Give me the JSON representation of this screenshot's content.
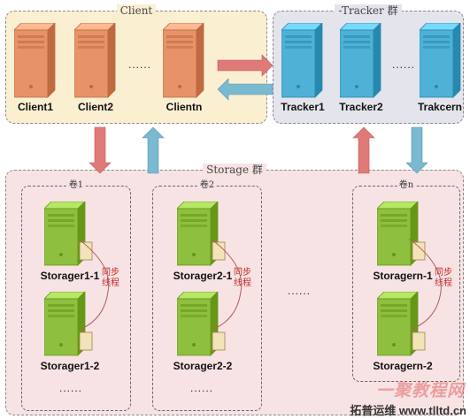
{
  "client_group": {
    "title": "Client",
    "servers": [
      "Client1",
      "Client2",
      "Clientn"
    ],
    "ellipsis": "......"
  },
  "tracker_group": {
    "title": "-Tracker 群",
    "servers": [
      "Tracker1",
      "Tracker2",
      "Trakcern"
    ],
    "ellipsis": "......"
  },
  "storage_group": {
    "title": "Storage 群",
    "ellipsis_between": "......",
    "volumes": [
      {
        "title": "卷1",
        "servers": [
          "Storager1-1",
          "Storager1-2"
        ],
        "sync": [
          "同步",
          "线程"
        ],
        "ellipsis": "......"
      },
      {
        "title": "卷2",
        "servers": [
          "Storager2-1",
          "Storager2-2"
        ],
        "sync": [
          "同步",
          "线程"
        ],
        "ellipsis": "......"
      },
      {
        "title": "卷n",
        "servers": [
          "Storagern-1",
          "Storagern-2"
        ],
        "sync": [
          "同步",
          "线程"
        ],
        "ellipsis": ""
      }
    ]
  },
  "watermark": {
    "line1": "一聚教程网",
    "line2": "拓普运维 www.tlltd.cn"
  },
  "colors": {
    "client_fill": "#fbefd2",
    "client_server": "#e8926a",
    "tracker_fill": "#e4e4ec",
    "tracker_server": "#4fb1d6",
    "storage_fill": "#f7e3e3",
    "storage_server": "#8fbf3f",
    "arrow_red": "#e07a78",
    "arrow_blue": "#7ab9d0"
  }
}
